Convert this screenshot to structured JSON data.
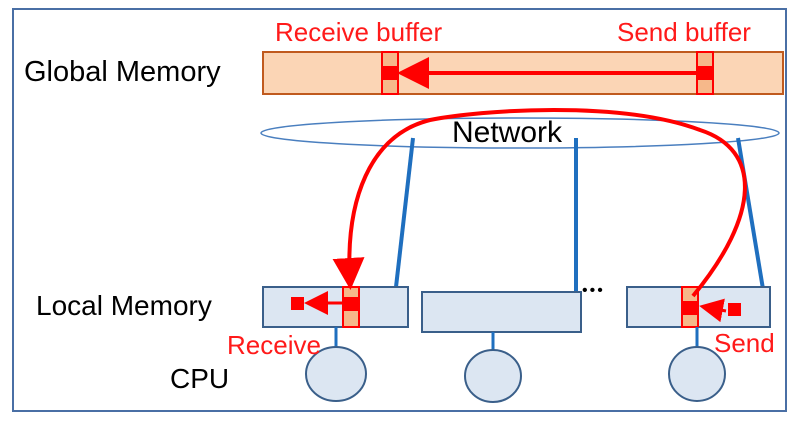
{
  "labels": {
    "global_memory": "Global Memory",
    "receive_buffer": "Receive buffer",
    "send_buffer": "Send buffer",
    "network": "Network",
    "local_memory": "Local Memory",
    "ellipsis": "•••",
    "receive": "Receive",
    "send": "Send",
    "cpu": "CPU"
  },
  "colors": {
    "frame_border": "#4a6fa5",
    "global_memory_fill": "#fbd5b5",
    "global_memory_stroke": "#c05a1e",
    "local_memory_fill": "#dce6f2",
    "local_memory_stroke": "#3a5f8a",
    "link_blue": "#1f6fbf",
    "arrow_red": "#ff0000",
    "buffer_fill": "#f6b88a",
    "label_red": "#ff1a1a"
  }
}
